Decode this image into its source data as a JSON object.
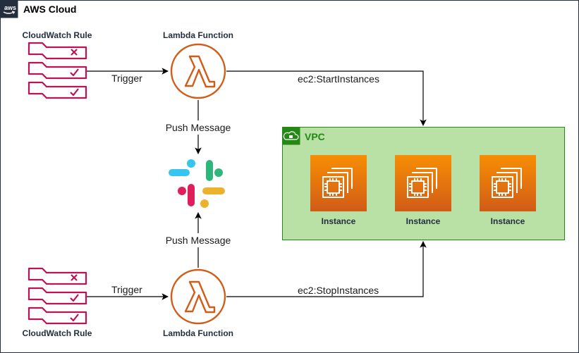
{
  "cloud": {
    "title": "AWS Cloud",
    "logo_icon": "aws-logo-icon"
  },
  "vpc": {
    "title": "VPC",
    "icon": "vpc-cloud-lock-icon",
    "fill": "#b9e0a5",
    "border": "#248814"
  },
  "rules": {
    "top": {
      "label": "CloudWatch Rule",
      "icon": "cloudwatch-rule-icon"
    },
    "bottom": {
      "label": "CloudWatch Rule",
      "icon": "cloudwatch-rule-icon"
    }
  },
  "lambdas": {
    "top": {
      "label": "Lambda Function",
      "icon": "lambda-icon"
    },
    "bottom": {
      "label": "Lambda Function",
      "icon": "lambda-icon"
    }
  },
  "slack": {
    "icon": "slack-logo-icon"
  },
  "instances": [
    {
      "label": "Instance",
      "icon": "ec2-instance-icon"
    },
    {
      "label": "Instance",
      "icon": "ec2-instance-icon"
    },
    {
      "label": "Instance",
      "icon": "ec2-instance-icon"
    }
  ],
  "edges": {
    "trigger_top": "Trigger",
    "trigger_bottom": "Trigger",
    "push_top": "Push Message",
    "push_bottom": "Push Message",
    "start": "ec2:StartInstances",
    "stop": "ec2:StopInstances"
  },
  "colors": {
    "rule": "#bc1356",
    "lambda": "#d05c17",
    "ec2_top": "#f78e04",
    "ec2_bottom": "#d05c17",
    "slack_blue": "#36c5f0",
    "slack_green": "#2eb67d",
    "slack_red": "#e01e5a",
    "slack_yellow": "#ecb22e"
  }
}
